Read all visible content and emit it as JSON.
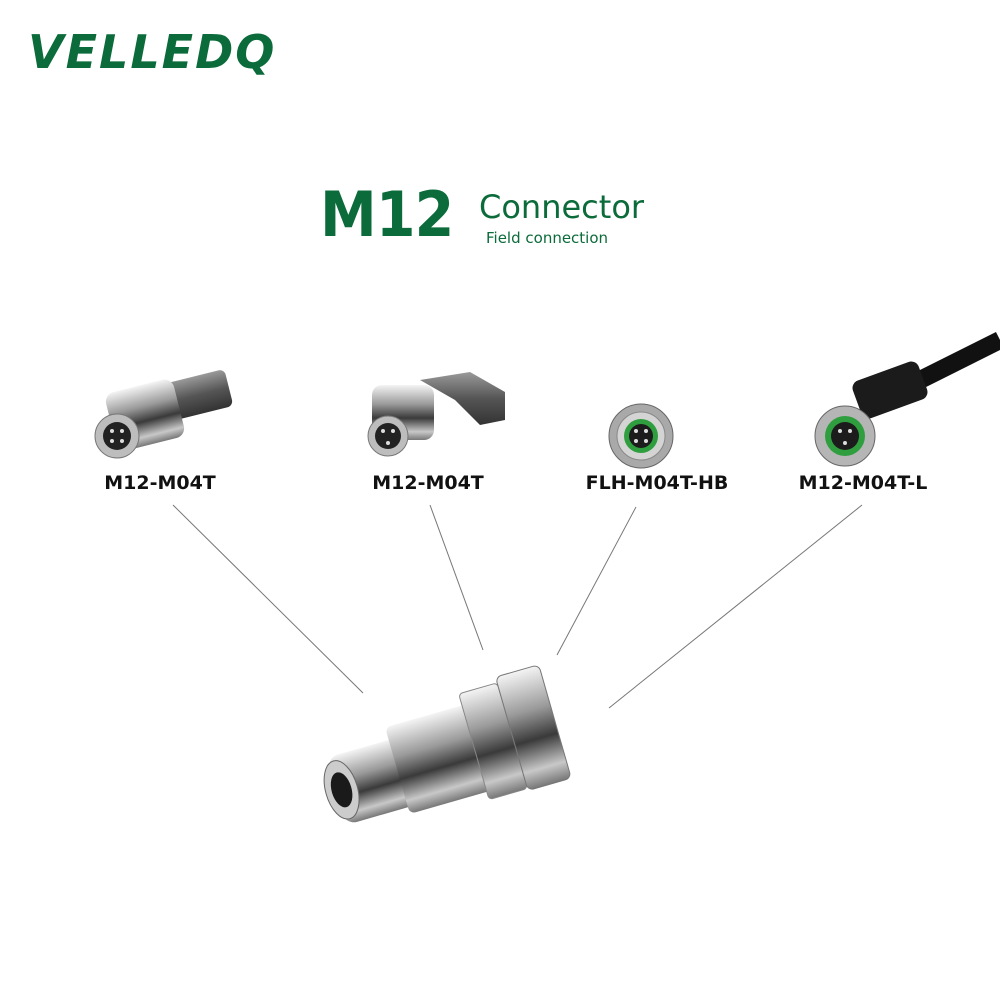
{
  "brand": {
    "logo_text": "VELLEDQ",
    "color": "#0b6b3a"
  },
  "header": {
    "title": "M12",
    "subtitle": "Connector",
    "tagline": "Field connection"
  },
  "products": [
    {
      "label": "M12-M04T",
      "icon": "straight-connector-icon"
    },
    {
      "label": "M12-M04T",
      "icon": "angled-connector-icon"
    },
    {
      "label": "FLH-M04T-HB",
      "icon": "panel-mount-connector-icon"
    },
    {
      "label": "M12-M04T-L",
      "icon": "cable-connector-icon"
    }
  ],
  "hero": {
    "icon": "field-connector-icon"
  }
}
